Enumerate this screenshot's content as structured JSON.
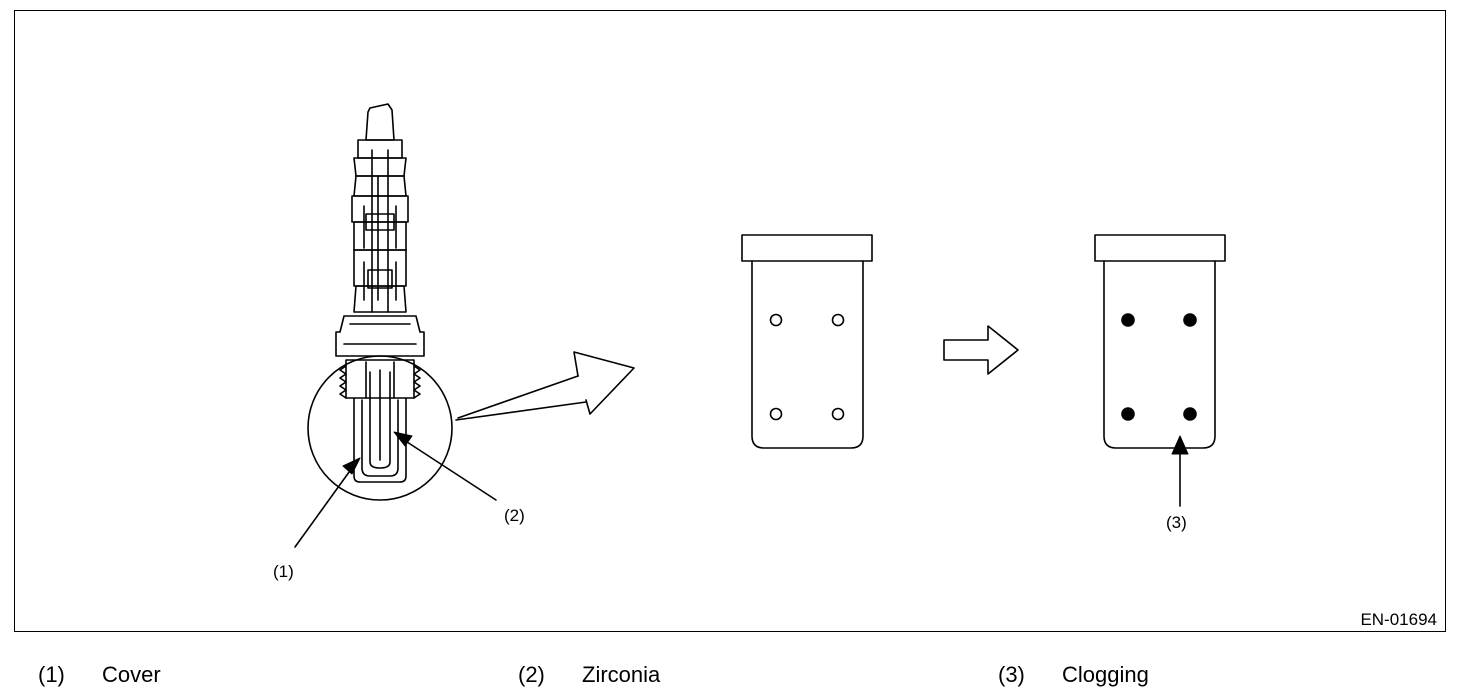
{
  "callouts": {
    "cover": "(1)",
    "zirconia": "(2)",
    "clogging": "(3)"
  },
  "figure_id": "EN-01694",
  "legend": [
    {
      "number": "(1)",
      "label": "Cover"
    },
    {
      "number": "(2)",
      "label": "Zirconia"
    },
    {
      "number": "(3)",
      "label": "Clogging"
    }
  ]
}
